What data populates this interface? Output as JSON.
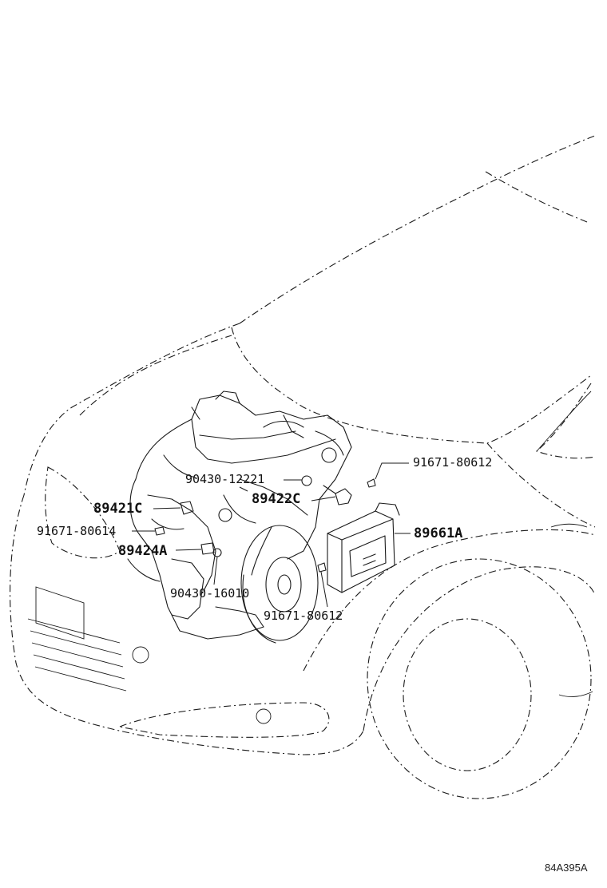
{
  "callouts": [
    {
      "id": "c1",
      "text": "91671-80612"
    },
    {
      "id": "c2",
      "text": "90430-12221"
    },
    {
      "id": "c3",
      "text": "89422C"
    },
    {
      "id": "c4",
      "text": "89421C"
    },
    {
      "id": "c5",
      "text": "91671-80614"
    },
    {
      "id": "c6",
      "text": "89661A"
    },
    {
      "id": "c7",
      "text": "89424A"
    },
    {
      "id": "c8",
      "text": "90430-16010"
    },
    {
      "id": "c9",
      "text": "91671-80612"
    }
  ],
  "illustration_code": "84A395A"
}
